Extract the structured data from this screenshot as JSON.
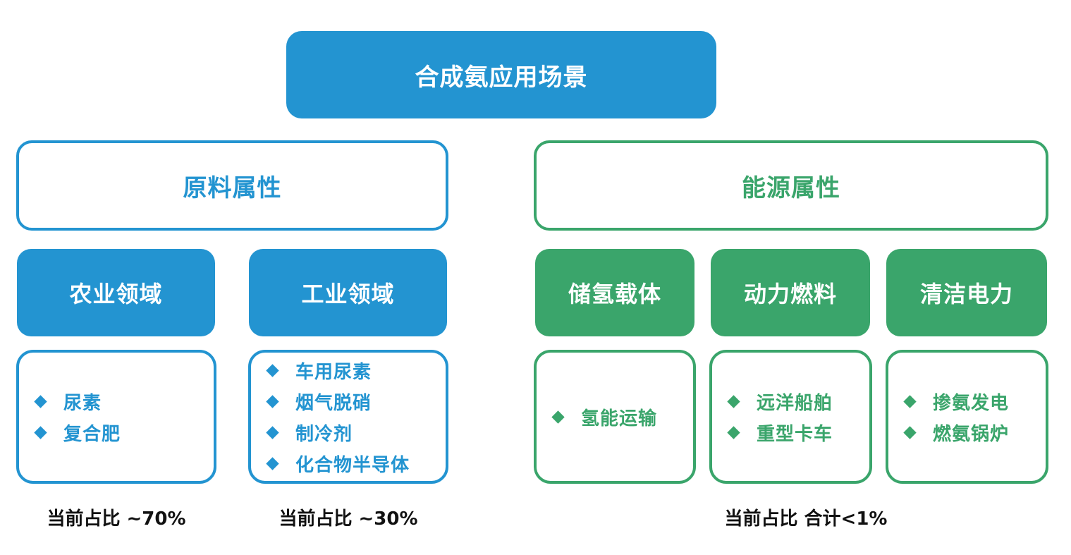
{
  "root": {
    "label": "合成氨应用场景"
  },
  "categories": [
    {
      "label": "原料属性",
      "color": "#2394d1"
    },
    {
      "label": "能源属性",
      "color": "#3aa56b"
    }
  ],
  "fields": [
    {
      "label": "农业领域",
      "items": [
        "尿素",
        "复合肥"
      ]
    },
    {
      "label": "工业领域",
      "items": [
        "车用尿素",
        "烟气脱硝",
        "制冷剂",
        "化合物半导体"
      ]
    },
    {
      "label": "储氢载体",
      "items": [
        "氢能运输"
      ]
    },
    {
      "label": "动力燃料",
      "items": [
        "远洋船舶",
        "重型卡车"
      ]
    },
    {
      "label": "清洁电力",
      "items": [
        "掺氨发电",
        "燃氨锅炉"
      ]
    }
  ],
  "shares": [
    {
      "text": "当前占比 ~70%"
    },
    {
      "text": "当前占比 ~30%"
    },
    {
      "text": "当前占比 合计<1%"
    }
  ],
  "colors": {
    "blue": "#2394d1",
    "green": "#3aa56b",
    "share_text": "#111111"
  }
}
